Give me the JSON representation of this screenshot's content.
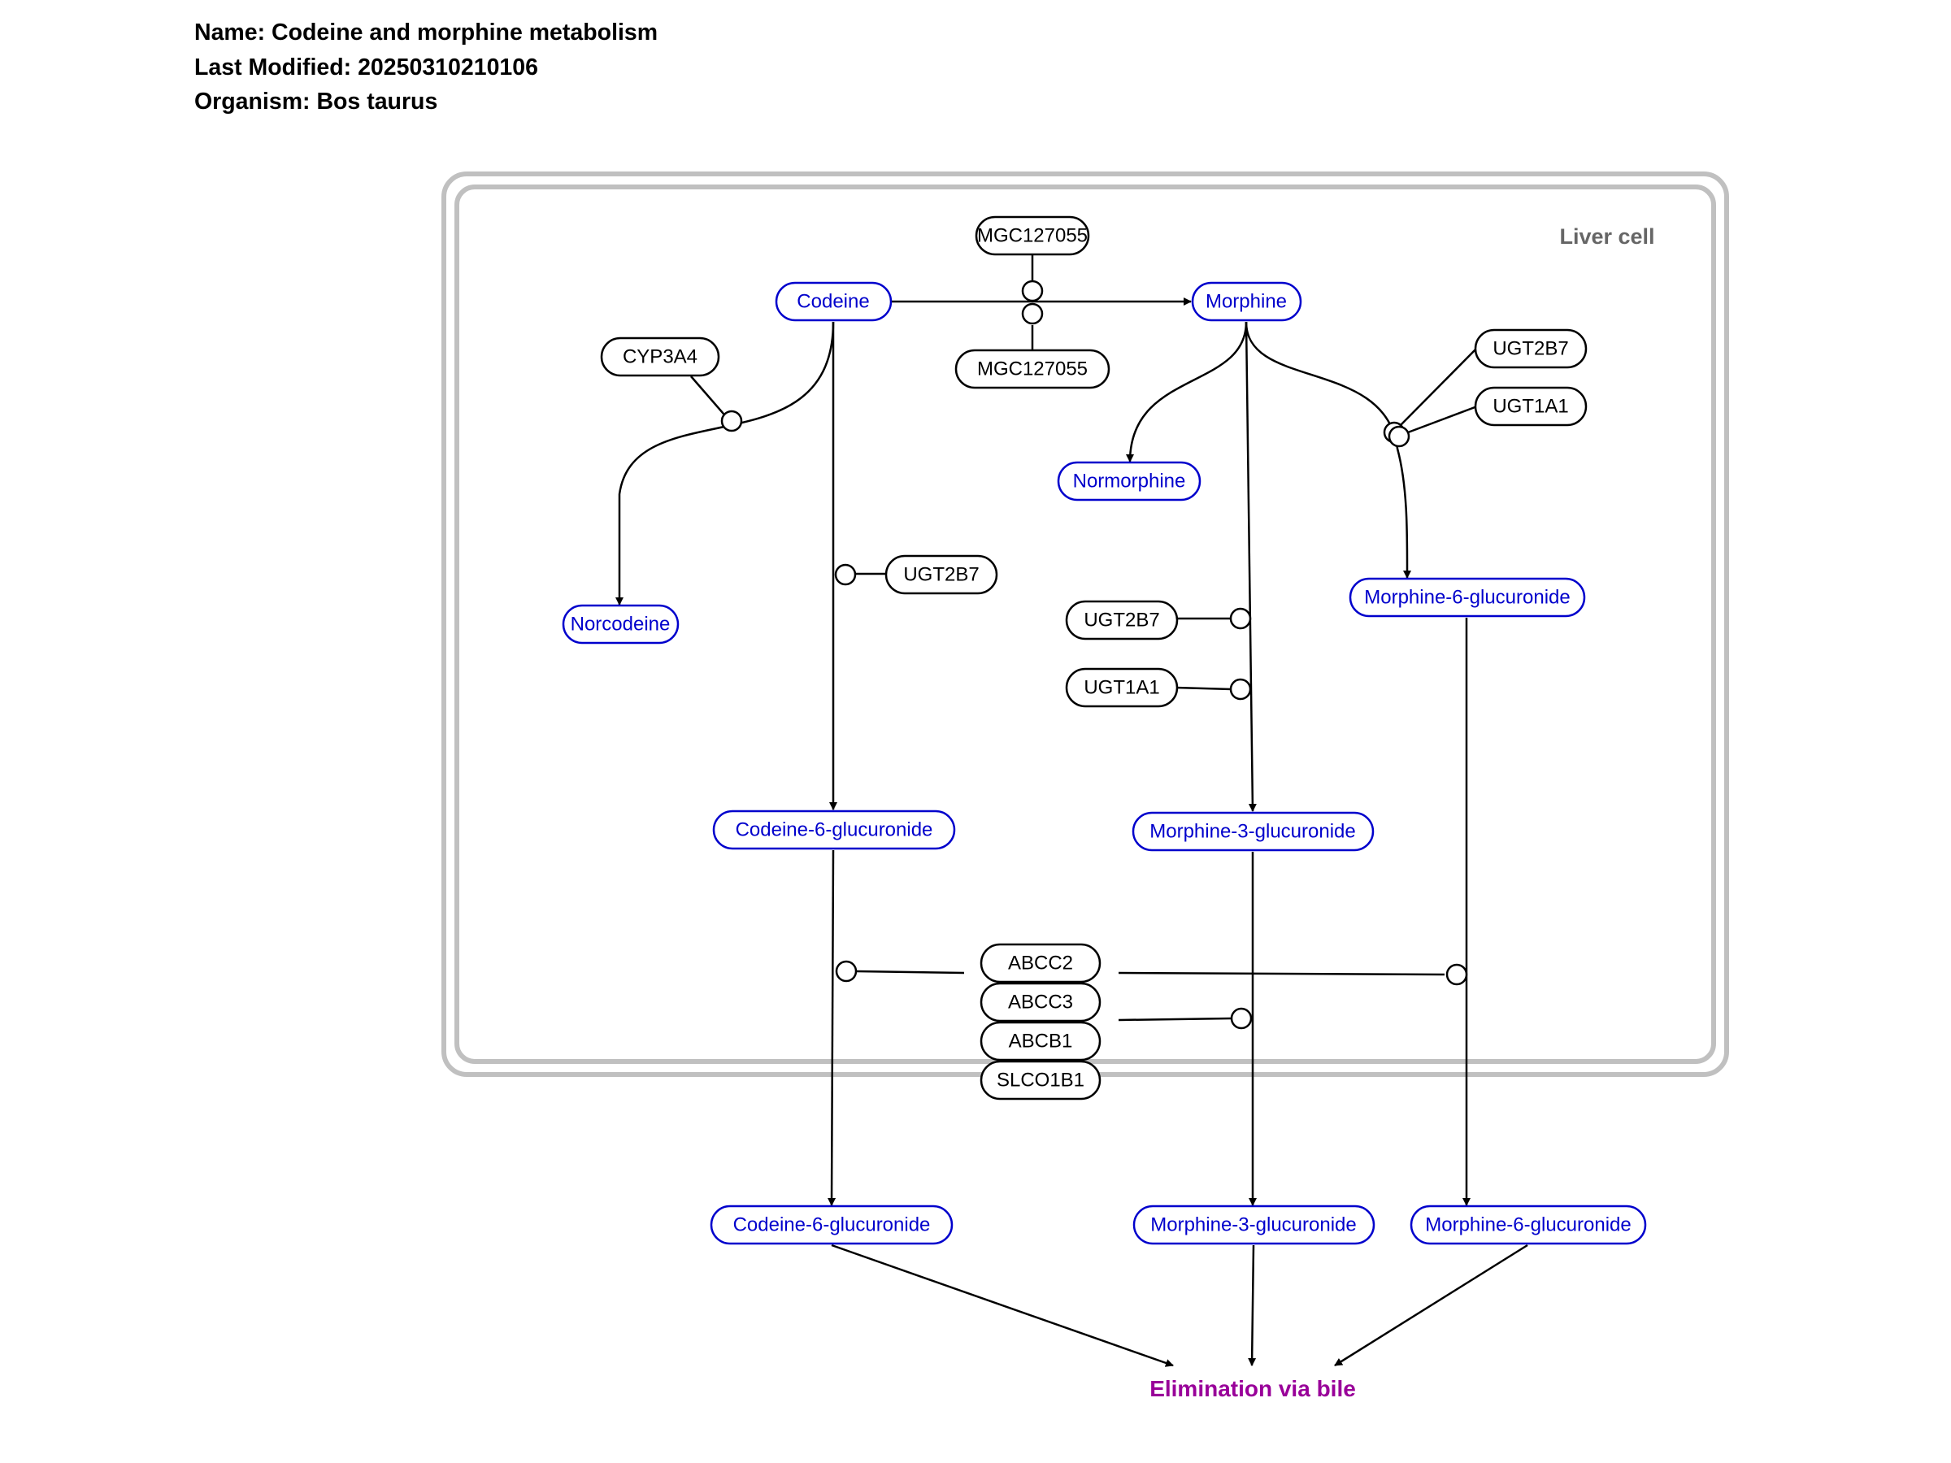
{
  "header": {
    "name": "Name: Codeine and morphine metabolism",
    "last_modified": "Last Modified: 20250310210106",
    "organism": "Organism: Bos taurus"
  },
  "compartment": {
    "label": "Liver cell"
  },
  "metabolites": {
    "codeine": "Codeine",
    "morphine": "Morphine",
    "norcodeine": "Norcodeine",
    "normorphine": "Normorphine",
    "morphine_6_glucuronide": "Morphine-6-glucuronide",
    "codeine_6_glucuronide": "Codeine-6-glucuronide",
    "morphine_3_glucuronide": "Morphine-3-glucuronide",
    "codeine_6_glucuronide_out": "Codeine-6-glucuronide",
    "morphine_3_glucuronide_out": "Morphine-3-glucuronide",
    "morphine_6_glucuronide_out": "Morphine-6-glucuronide",
    "elimination": "Elimination via bile"
  },
  "genes": {
    "mgc127055_top": "MGC127055",
    "mgc127055_bottom": "MGC127055",
    "cyp3a4": "CYP3A4",
    "ugt2b7_right": "UGT2B7",
    "ugt1a1_right": "UGT1A1",
    "ugt2b7_codeine": "UGT2B7",
    "ugt2b7_morphine": "UGT2B7",
    "ugt1a1_morphine": "UGT1A1",
    "abcc2": "ABCC2",
    "abcc3": "ABCC3",
    "abcb1": "ABCB1",
    "slco1b1": "SLCO1B1"
  },
  "colors": {
    "metabolite": "#0000cc",
    "gene": "#000000",
    "compartment": "#c0c0c0",
    "compartment_label": "#666666",
    "elimination": "#990099"
  }
}
